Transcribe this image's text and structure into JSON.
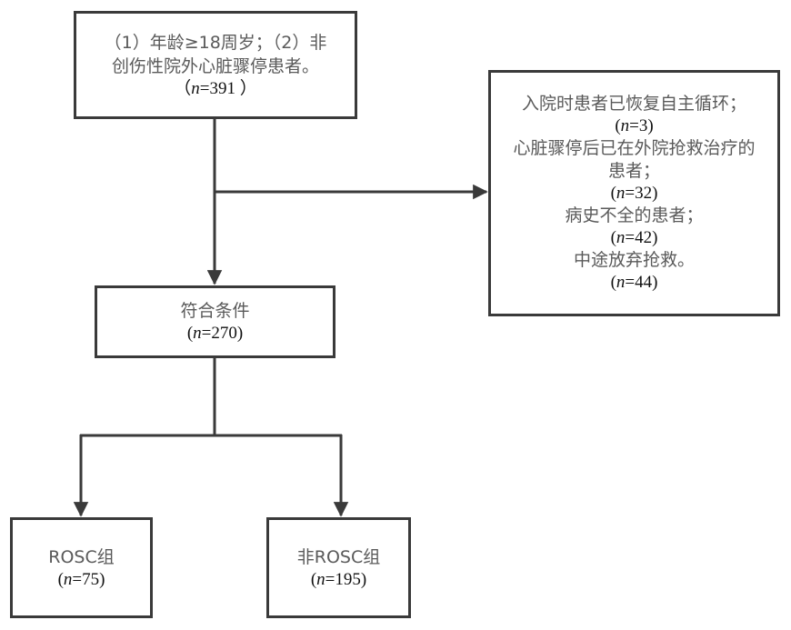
{
  "diagram": {
    "type": "flowchart",
    "nodes": {
      "inclusion": {
        "line1": "（1）年龄≥18周岁；（2）非",
        "line2": "创伤性院外心脏骤停患者。",
        "n_prefix": "（",
        "n_symbol": "n",
        "n_value": "=391",
        "n_suffix": " ）"
      },
      "exclusion": {
        "items": [
          {
            "label": "入院时患者已恢复自主循环；",
            "n_symbol": "n",
            "n_value": "=3"
          },
          {
            "label": "心脏骤停后已在外院抢救治疗的",
            "label2": "患者；",
            "n_symbol": "n",
            "n_value": "=32"
          },
          {
            "label": "病史不全的患者；",
            "n_symbol": "n",
            "n_value": "=42"
          },
          {
            "label": "中途放弃抢救。",
            "n_symbol": "n",
            "n_value": "=44"
          }
        ]
      },
      "eligible": {
        "label": "符合条件",
        "n_symbol": "n",
        "n_value": "=270"
      },
      "rosc": {
        "label": "ROSC组",
        "n_symbol": "n",
        "n_value": "=75"
      },
      "non_rosc": {
        "label": "非ROSC组",
        "n_symbol": "n",
        "n_value": "=195"
      }
    },
    "edges": [
      {
        "from": "inclusion",
        "to": "exclusion"
      },
      {
        "from": "inclusion",
        "to": "eligible"
      },
      {
        "from": "eligible",
        "to": "rosc"
      },
      {
        "from": "eligible",
        "to": "non_rosc"
      }
    ],
    "colors": {
      "stroke": "#3a3a3a",
      "text": "#5a5a5a",
      "number_text": "#111111"
    }
  }
}
